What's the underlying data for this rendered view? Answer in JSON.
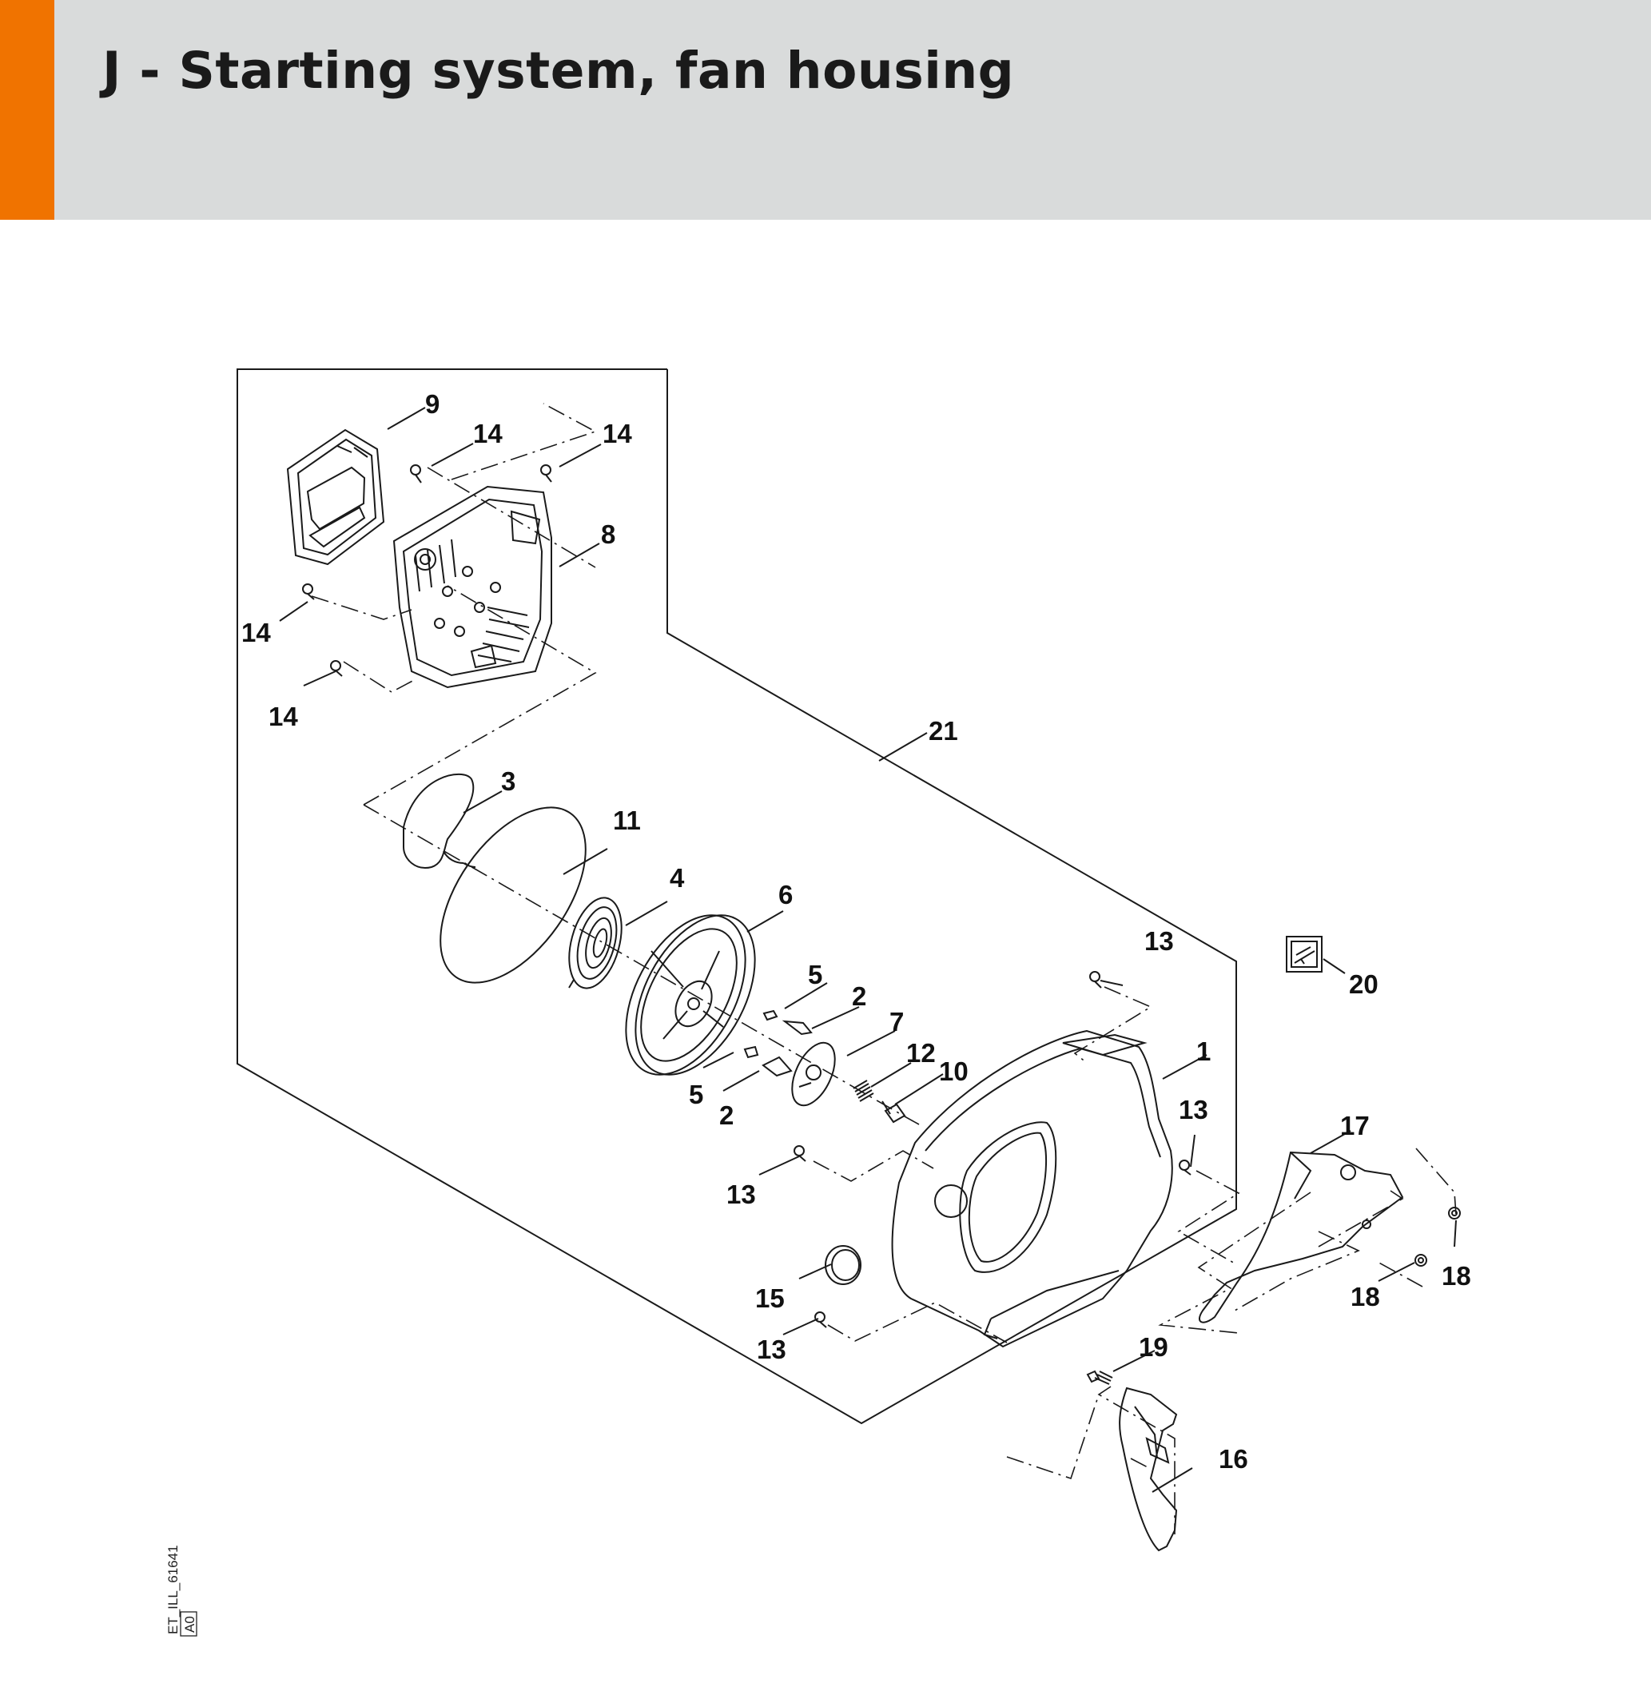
{
  "header": {
    "title": "J - Starting system, fan housing",
    "accent_color": "#f07300",
    "band_color": "#d9dbdb"
  },
  "diagram": {
    "callouts": {
      "c1": "1",
      "c2a": "2",
      "c2b": "2",
      "c3": "3",
      "c4": "4",
      "c5a": "5",
      "c5b": "5",
      "c6": "6",
      "c7": "7",
      "c8": "8",
      "c9": "9",
      "c10": "10",
      "c11": "11",
      "c12": "12",
      "c13a": "13",
      "c13b": "13",
      "c13c": "13",
      "c13d": "13",
      "c14a": "14",
      "c14b": "14",
      "c14c": "14",
      "c14d": "14",
      "c15": "15",
      "c16": "16",
      "c17": "17",
      "c18a": "18",
      "c18b": "18",
      "c19": "19",
      "c20": "20",
      "c21": "21"
    },
    "reference": {
      "code": "ET_ILL_61641",
      "revision": "A0"
    }
  }
}
